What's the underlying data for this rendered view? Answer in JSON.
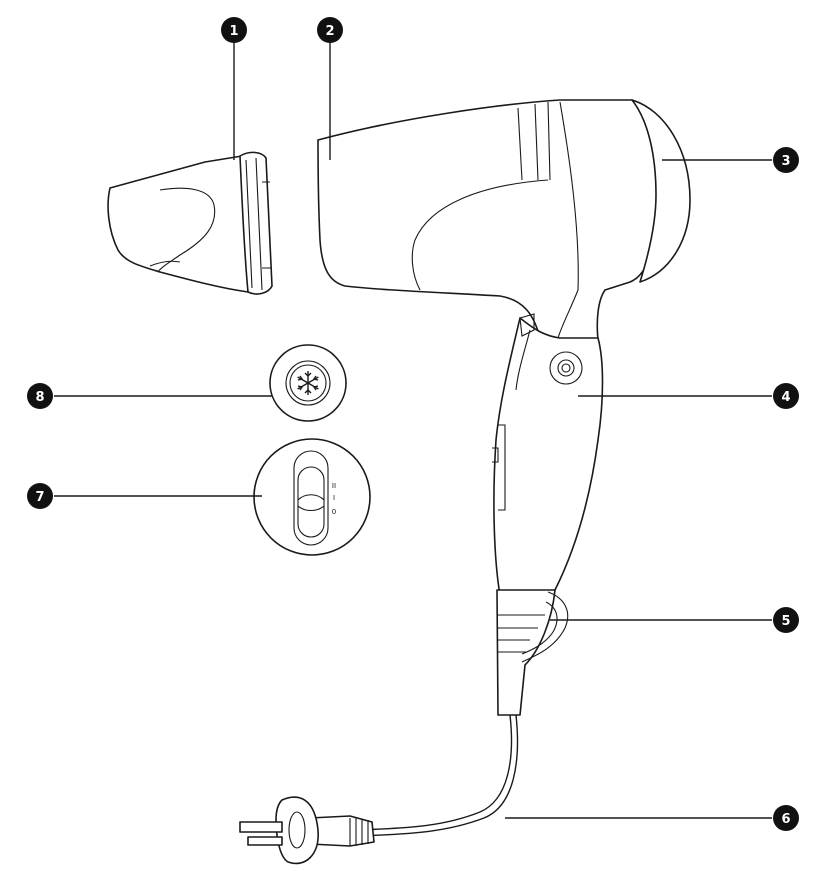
{
  "callouts": [
    {
      "number": "1",
      "part": "concentrator-nozzle"
    },
    {
      "number": "2",
      "part": "dryer-body"
    },
    {
      "number": "3",
      "part": "air-intake-cover"
    },
    {
      "number": "4",
      "part": "folding-handle"
    },
    {
      "number": "5",
      "part": "hanging-loop"
    },
    {
      "number": "6",
      "part": "power-cord-plug"
    },
    {
      "number": "7",
      "part": "speed-switch"
    },
    {
      "number": "8",
      "part": "cool-shot-button"
    }
  ],
  "switch_marks": [
    "II",
    "I",
    "0"
  ],
  "colors": {
    "badge": "#111111",
    "line": "#1a1a1a",
    "background": "#ffffff"
  }
}
